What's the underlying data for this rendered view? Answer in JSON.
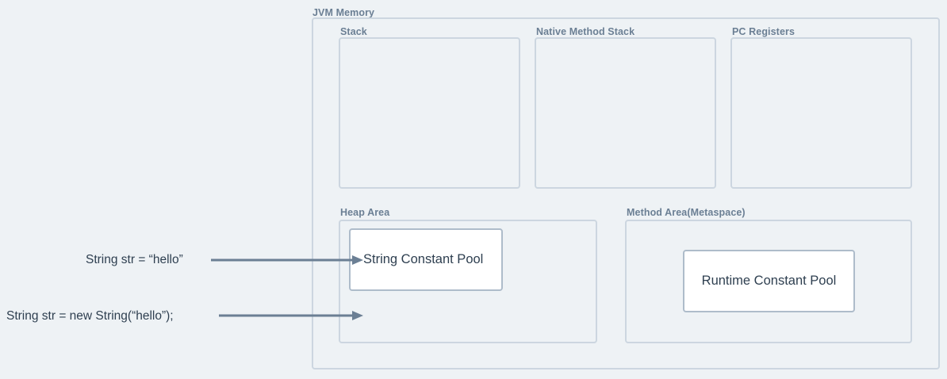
{
  "diagram": {
    "title": "JVM Memory",
    "regions": [
      {
        "id": "stack",
        "label": "Stack"
      },
      {
        "id": "native-method-stack",
        "label": "Native Method Stack"
      },
      {
        "id": "pc-registers",
        "label": "PC Registers"
      },
      {
        "id": "heap-area",
        "label": "Heap Area"
      },
      {
        "id": "method-area",
        "label": "Method Area(Metaspace)"
      }
    ],
    "pools": [
      {
        "id": "string-constant-pool",
        "label": "String Constant Pool"
      },
      {
        "id": "runtime-constant-pool",
        "label": "Runtime Constant Pool"
      }
    ],
    "annotations": [
      {
        "id": "literal-assignment",
        "code": "String str = “hello”",
        "target": "String Constant Pool"
      },
      {
        "id": "new-string-assignment",
        "code": "String str = new String(“hello”);",
        "target": "Heap Area"
      }
    ],
    "colors": {
      "background": "#eef2f5",
      "region_border": "#ccd6e0",
      "pool_border": "#aebcca",
      "pool_fill": "#ffffff",
      "label_text": "#6b7f94",
      "body_text": "#2e3f50",
      "arrow": "#6b7f94"
    }
  }
}
